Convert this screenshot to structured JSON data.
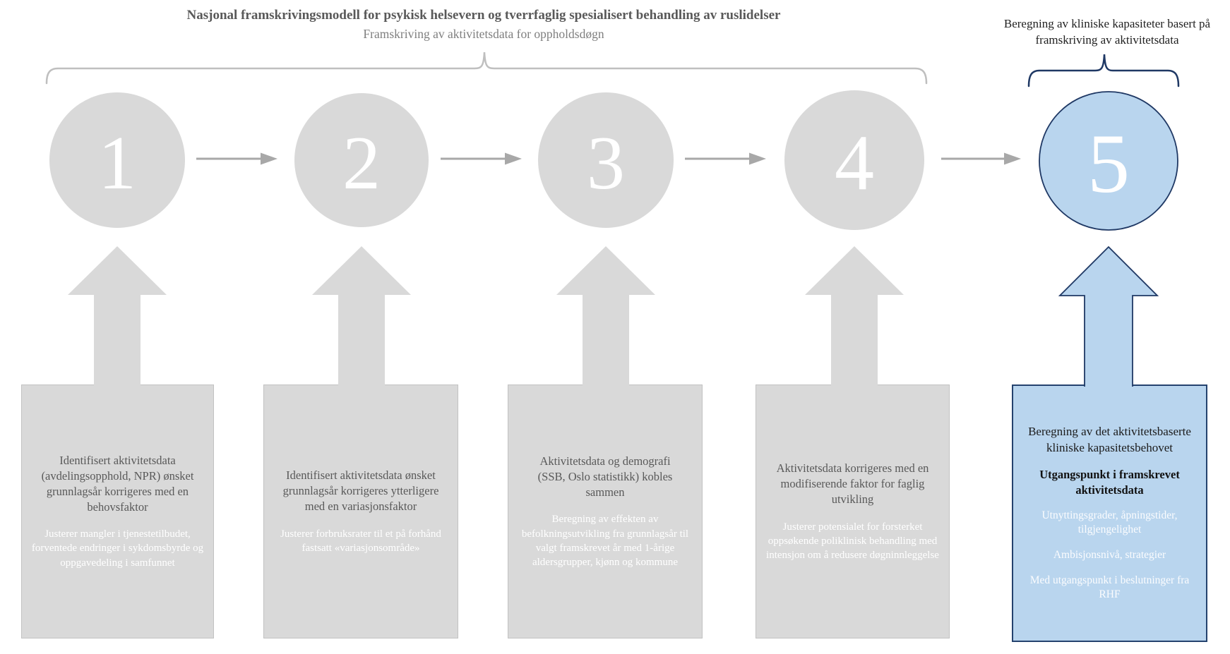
{
  "header": {
    "title": "Nasjonal framskrivingsmodell for psykisk helsevern og tverrfaglig spesialisert behandling av ruslidelser",
    "subtitle": "Framskriving av aktivitetsdata for oppholdsdøgn",
    "right_title": "Beregning av kliniske kapasiteter basert på framskriving av aktivitetsdata"
  },
  "steps": [
    {
      "number": "1",
      "main": "Identifisert aktivitetsdata (avdelingsopphold, NPR) ønsket grunnlagsår korrigeres med en behovsfaktor",
      "sub": "Justerer mangler i tjenestetilbudet, forventede endringer i sykdomsbyrde og oppgavedeling i samfunnet"
    },
    {
      "number": "2",
      "main": "Identifisert aktivitetsdata ønsket grunnlagsår korrigeres ytterligere med en variasjonsfaktor",
      "sub": "Justerer forbruksrater til et på forhånd fastsatt «variasjonsområde»"
    },
    {
      "number": "3",
      "main": "Aktivitetsdata og demografi (SSB, Oslo statistikk) kobles sammen",
      "sub": "Beregning av effekten av befolkningsutvikling fra grunnlagsår til valgt framskrevet år med 1-årige aldersgrupper, kjønn og kommune"
    },
    {
      "number": "4",
      "main": "Aktivitetsdata korrigeres med en modifiserende faktor for faglig utvikling",
      "sub": "Justerer potensialet for forsterket oppsøkende poliklinisk behandling med intensjon om å redusere døgninnleggelse"
    },
    {
      "number": "5",
      "main": "Beregning av det aktivitetsbaserte kliniske kapasitetsbehovet",
      "emphasis": "Utgangspunkt i framskrevet aktivitetsdata",
      "sub_items": [
        "Utnyttingsgrader, åpningstider, tilgjengelighet",
        "Ambisjonsnivå, strategier",
        "Med utgangspunkt i beslutninger fra RHF"
      ]
    }
  ],
  "colors": {
    "accent_fill": "#b9d5ee",
    "accent_border": "#1f3864",
    "neutral_fill": "#d9d9d9",
    "neutral_border": "#c2c2c2",
    "connector_gray": "#a8a8a8",
    "brace_gray": "#bfbfbf",
    "text_muted": "#595959",
    "text_subtitle": "#7f7f7f",
    "text_dark": "#1f1f1f",
    "text_on_dark": "#ffffff"
  }
}
